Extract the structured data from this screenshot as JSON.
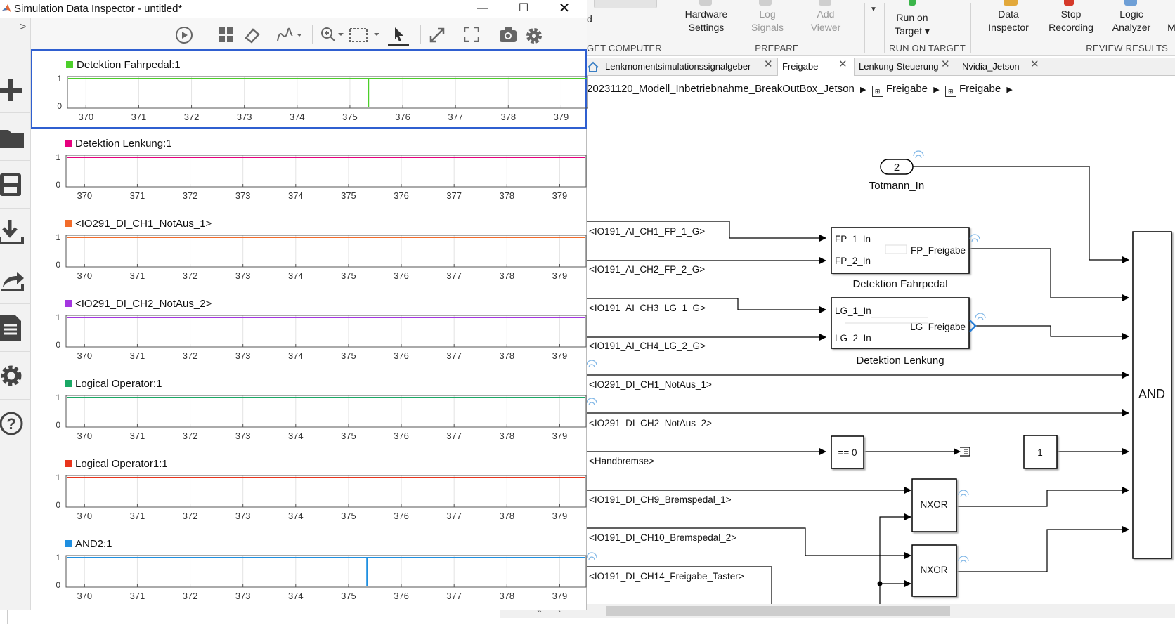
{
  "sdi": {
    "title": "Simulation Data Inspector - untitled*",
    "collapse_glyph": ">",
    "x_ticks": [
      "370",
      "371",
      "372",
      "373",
      "374",
      "375",
      "376",
      "377",
      "378",
      "379"
    ],
    "y_ticks": [
      "1",
      "0"
    ],
    "signals": [
      {
        "label": "Detektion Fahrpedal:1",
        "color": "#4ccf2a",
        "spike_at": 375.35
      },
      {
        "label": "Detektion Lenkung:1",
        "color": "#e6007e",
        "spike_at": null
      },
      {
        "label": "<IO291_DI_CH1_NotAus_1>",
        "color": "#f26c2a",
        "spike_at": null
      },
      {
        "label": "<IO291_DI_CH2_NotAus_2>",
        "color": "#a436e0",
        "spike_at": null
      },
      {
        "label": "Logical Operator:1",
        "color": "#1aa865",
        "spike_at": null
      },
      {
        "label": "Logical Operator1:1",
        "color": "#e8341c",
        "spike_at": null
      },
      {
        "label": "AND2:1",
        "color": "#1f8fe0",
        "spike_at": 375.35
      }
    ]
  },
  "ribbon": {
    "buttons": [
      {
        "l1": "Hardware",
        "l2": "Settings",
        "disabled": false
      },
      {
        "l1": "Log",
        "l2": "Signals",
        "disabled": true
      },
      {
        "l1": "Add",
        "l2": "Viewer",
        "disabled": true
      },
      {
        "l1": "Run on",
        "l2": "Target ▾",
        "disabled": false
      },
      {
        "l1": "Data",
        "l2": "Inspector",
        "disabled": false
      },
      {
        "l1": "Stop",
        "l2": "Recording",
        "disabled": false
      },
      {
        "l1": "Logic",
        "l2": "Analyzer",
        "disabled": false
      },
      {
        "l1": "M",
        "l2": "",
        "disabled": false
      }
    ],
    "group_target_computer": "GET COMPUTER",
    "group_prepare": "PREPARE",
    "group_run": "RUN ON TARGET",
    "group_review": "REVIEW RESULTS",
    "top_left_fragment": "d"
  },
  "tabs": [
    {
      "label": "Lenkmomentsimulationssignalgeber",
      "active": false
    },
    {
      "label": "Freigabe",
      "active": true
    },
    {
      "label": "Lenkung Steuerung",
      "active": false
    },
    {
      "label": "Nvidia_Jetson",
      "active": false
    }
  ],
  "breadcrumb": {
    "root": "20231120_Modell_Inbetriebnahme_BreakOutBox_Jetson",
    "items": [
      "Freigabe",
      "Freigabe"
    ]
  },
  "diagram": {
    "inport_number": "2",
    "inport_name": "Totmann_In",
    "signals": [
      "<IO191_AI_CH1_FP_1_G>",
      "<IO191_AI_CH2_FP_2_G>",
      "<IO191_AI_CH3_LG_1_G>",
      "<IO191_AI_CH4_LG_2_G>",
      "<IO291_DI_CH1_NotAus_1>",
      "<IO291_DI_CH2_NotAus_2>",
      "<Handbremse>",
      "<IO191_DI_CH9_Bremspedal_1>",
      "<IO191_DI_CH10_Bremspedal_2>",
      "<IO191_DI_CH14_Freigabe_Taster>"
    ],
    "fp_block": {
      "in1": "FP_1_In",
      "in2": "FP_2_In",
      "out": "FP_Freigabe",
      "name": "Detektion Fahrpedal"
    },
    "lg_block": {
      "in1": "LG_1_In",
      "in2": "LG_2_In",
      "out": "LG_Freigabe",
      "name": "Detektion Lenkung"
    },
    "compare_label": "== 0",
    "const_label": "1",
    "nxor_label": "NXOR",
    "and_label": "AND"
  }
}
